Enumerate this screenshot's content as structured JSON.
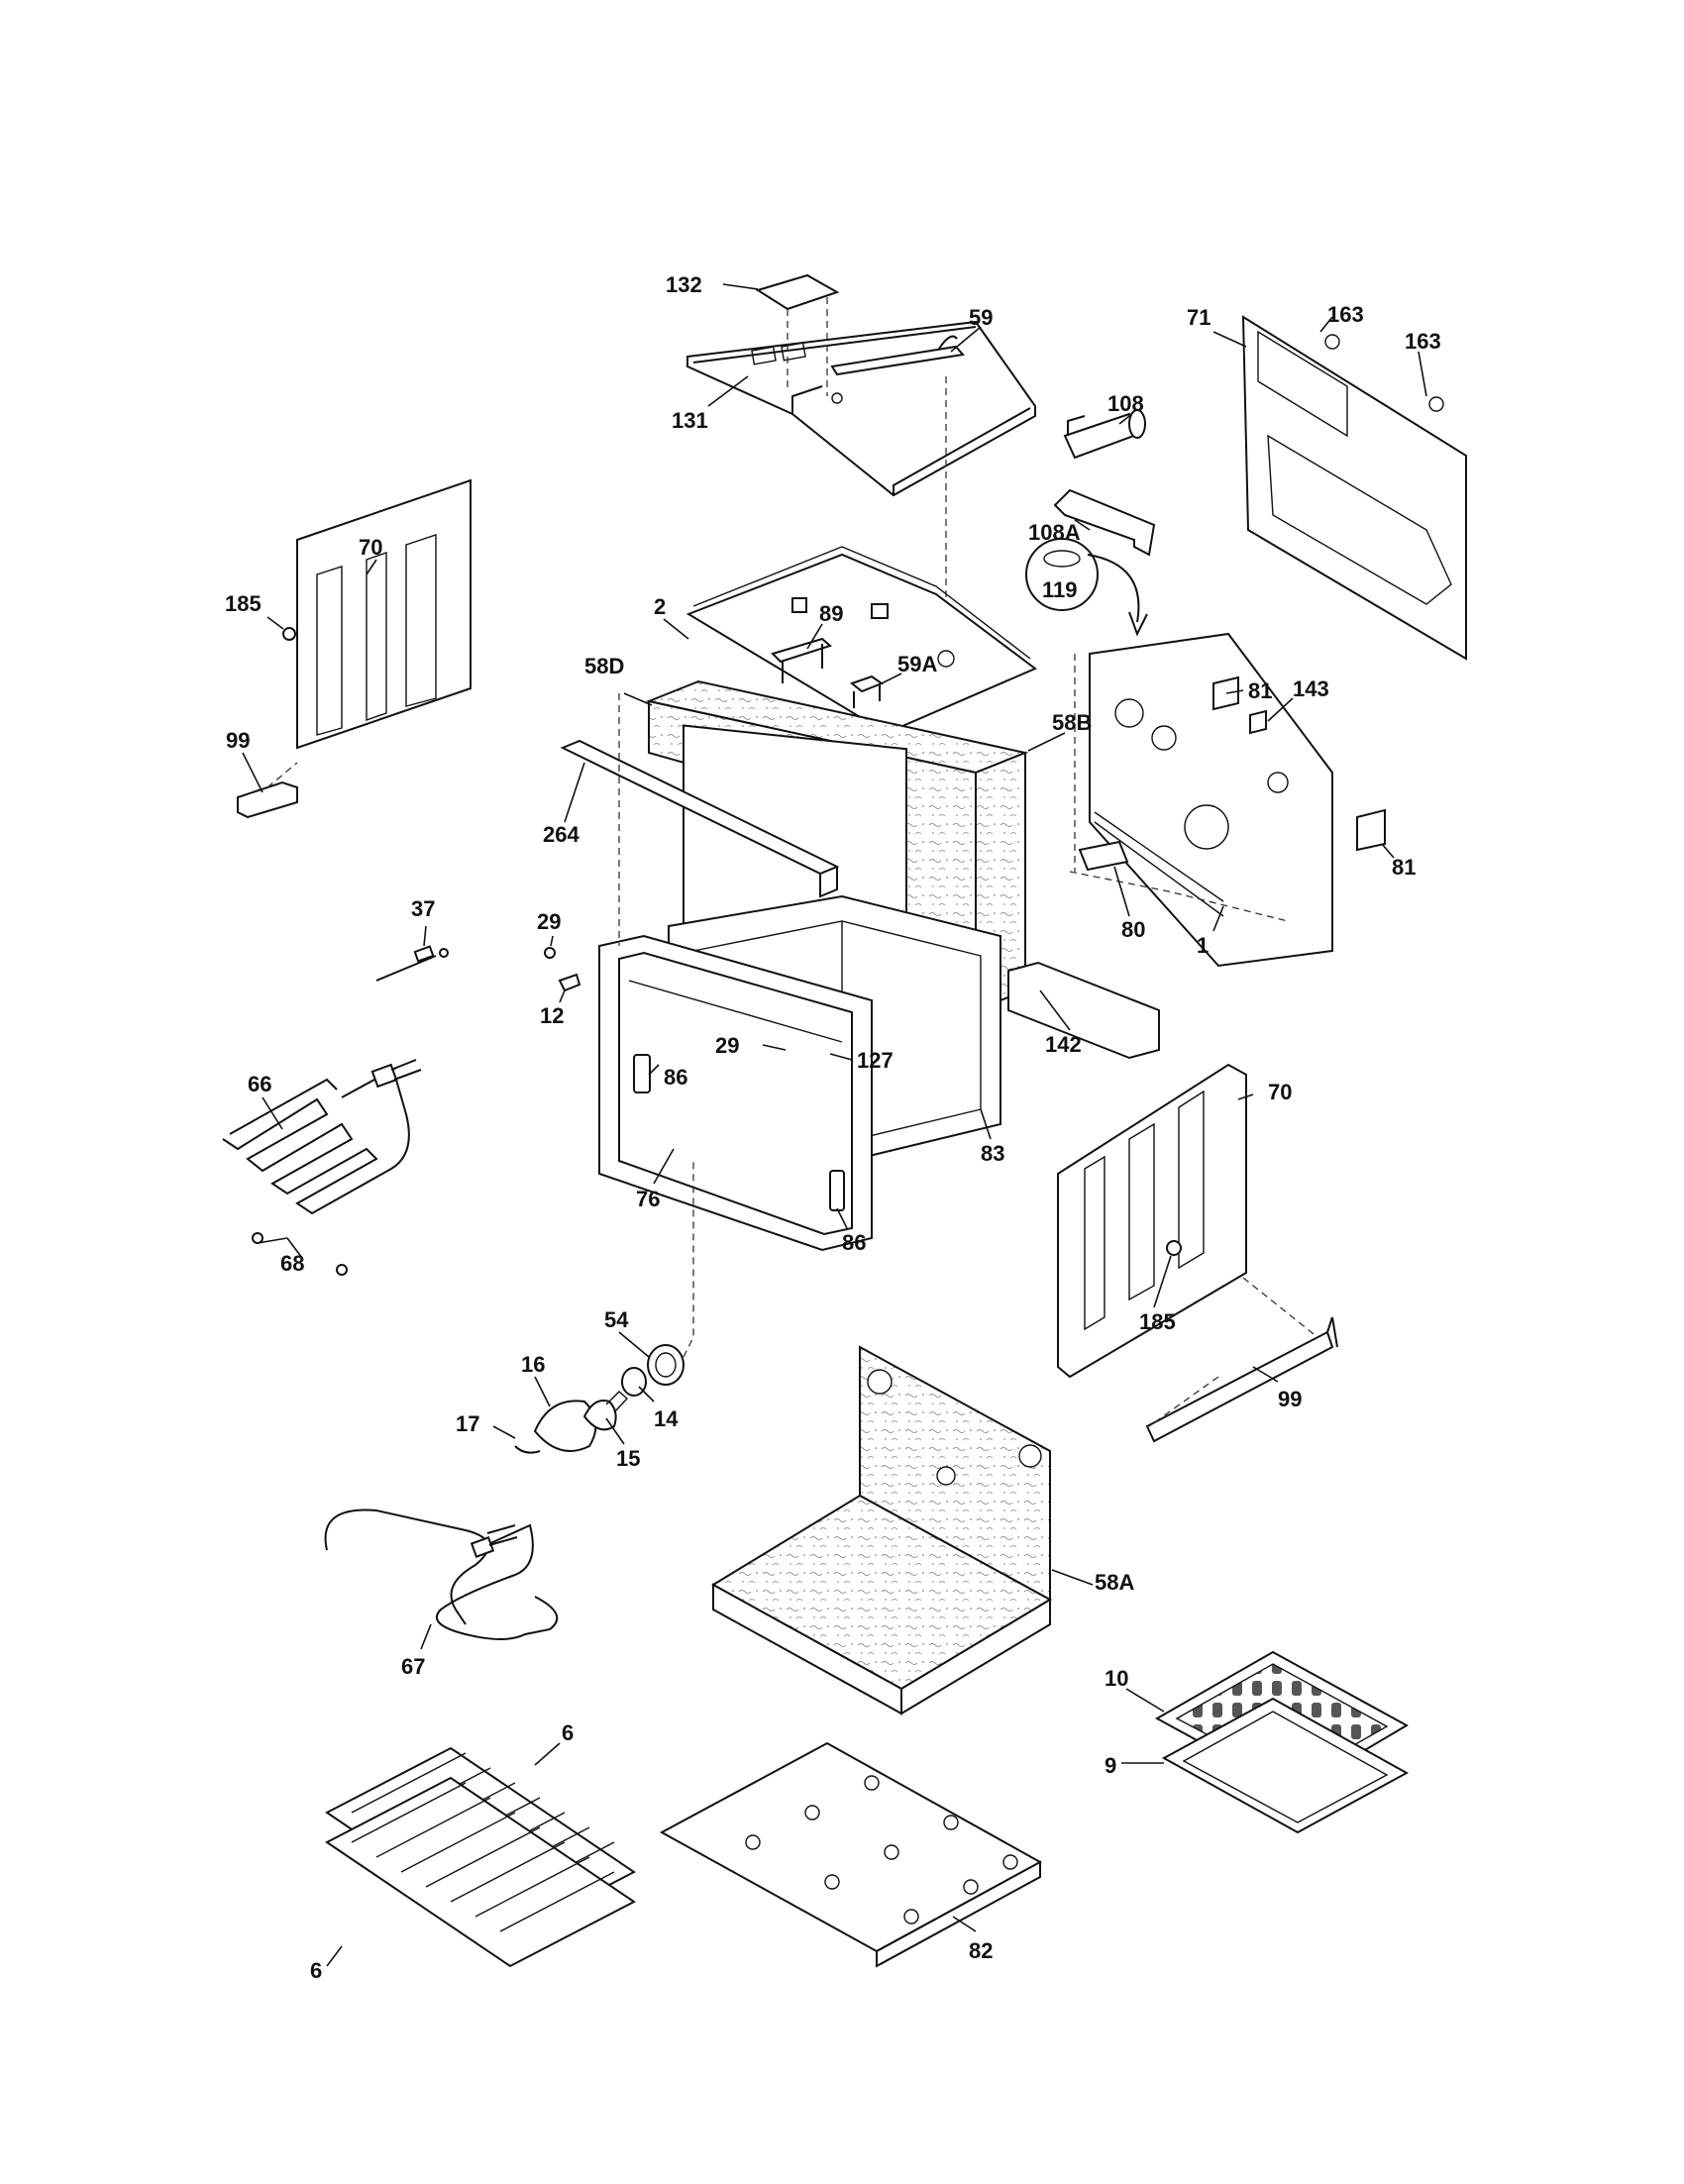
{
  "diagram": {
    "labels": {
      "l132": "132",
      "l131": "131",
      "l59": "59",
      "l108": "108",
      "l108a": "108A",
      "l163a": "163",
      "l163b": "163",
      "l71": "71",
      "l70a": "70",
      "l185a": "185",
      "l99a": "99",
      "l2": "2",
      "l89": "89",
      "l59a": "59A",
      "l58d": "58D",
      "l58b": "58B",
      "l119": "119",
      "l81a": "81",
      "l143": "143",
      "l81b": "81",
      "l264": "264",
      "l37": "37",
      "l29a": "29",
      "l12": "12",
      "l80": "80",
      "l1": "1",
      "l66": "66",
      "l29b": "29",
      "l127": "127",
      "l86a": "86",
      "l142": "142",
      "l70b": "70",
      "l83": "83",
      "l76": "76",
      "l68": "68",
      "l86b": "86",
      "l54": "54",
      "l16": "16",
      "l14": "14",
      "l17": "17",
      "l15": "15",
      "l185b": "185",
      "l99b": "99",
      "l58a": "58A",
      "l67": "67",
      "l10": "10",
      "l9": "9",
      "l6a": "6",
      "l6b": "6",
      "l82": "82"
    }
  }
}
